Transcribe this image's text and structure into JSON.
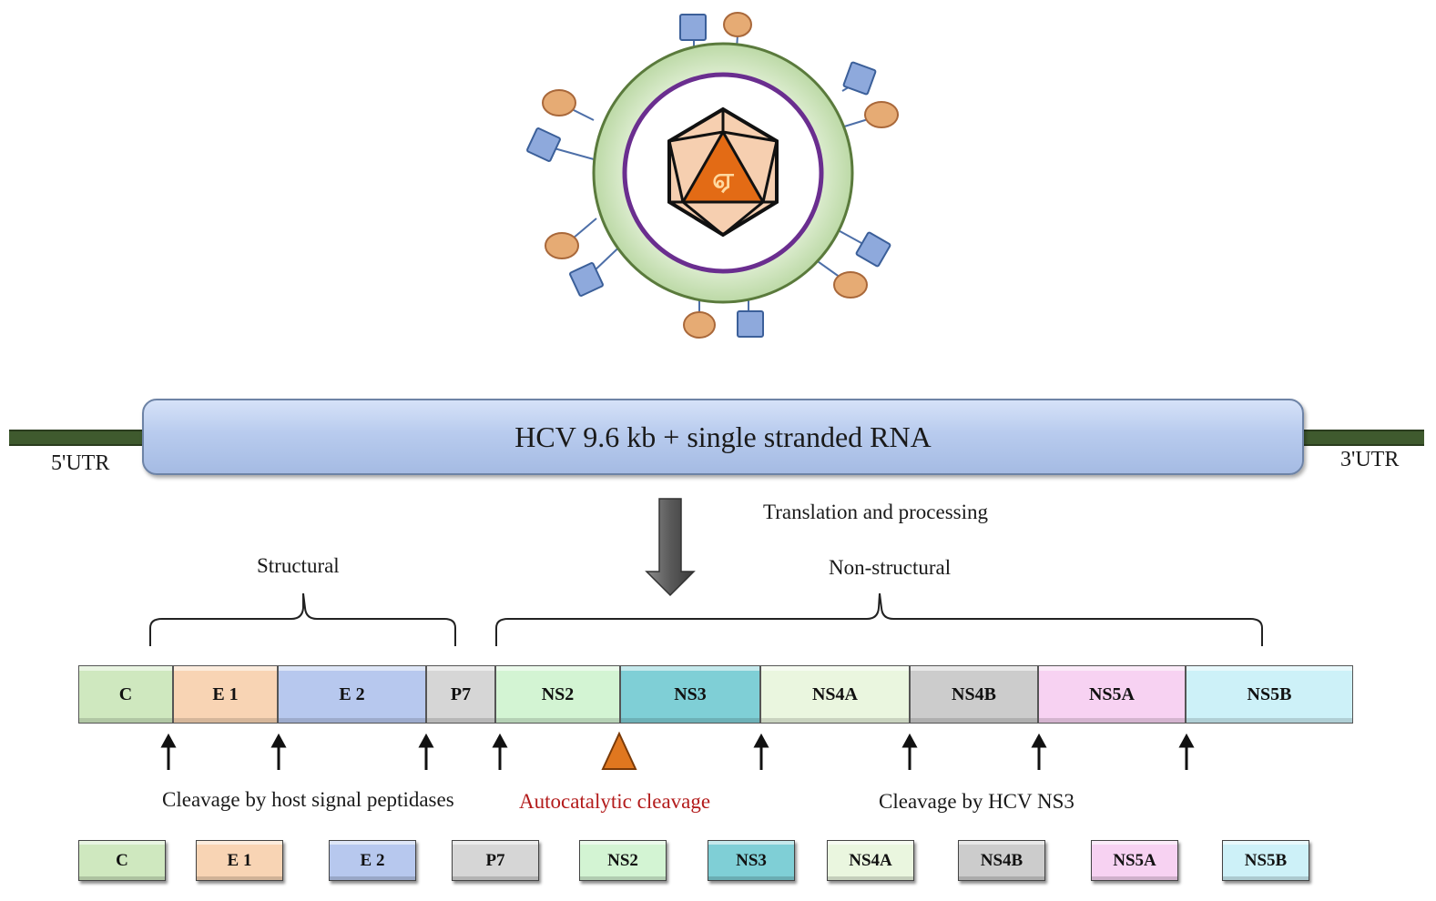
{
  "virion": {
    "core_glyph": "ஏ"
  },
  "genome": {
    "bar_label": "HCV 9.6 kb  + single stranded RNA",
    "left_utr": "5'UTR",
    "right_utr": "3'UTR"
  },
  "processing": {
    "translation_label": "Translation and processing",
    "structural_label": "Structural",
    "nonstructural_label": "Non-structural"
  },
  "cleavage": {
    "host_label": "Cleavage by host signal peptidases",
    "auto_label": "Autocatalytic  cleavage",
    "ns3_label": "Cleavage by HCV NS3"
  },
  "colors": {
    "C": "#cfe8bf",
    "E1": "#f8d4b4",
    "E2": "#b7c8ee",
    "P7": "#d6d6d6",
    "NS2": "#d3f4d3",
    "NS3": "#7fcfd6",
    "NS4A": "#eaf6df",
    "NS4B": "#cccccc",
    "NS5A": "#f7d2f2",
    "NS5B": "#cdf1f8",
    "auto_marker": "#e0771f",
    "envelope": "#d4e9c6",
    "membrane": "#6a2e8f",
    "glycoprotein_square": "#8ea9dc",
    "glycoprotein_oval": "#e6ab74"
  },
  "polyprotein": [
    {
      "name": "C",
      "label": "C"
    },
    {
      "name": "E1",
      "label": "E 1"
    },
    {
      "name": "E2",
      "label": "E 2"
    },
    {
      "name": "P7",
      "label": "P7"
    },
    {
      "name": "NS2",
      "label": "NS2"
    },
    {
      "name": "NS3",
      "label": "NS3"
    },
    {
      "name": "NS4A",
      "label": "NS4A"
    },
    {
      "name": "NS4B",
      "label": "NS4B"
    },
    {
      "name": "NS5A",
      "label": "NS5A"
    },
    {
      "name": "NS5B",
      "label": "NS5B"
    }
  ],
  "products": [
    {
      "name": "C",
      "label": "C"
    },
    {
      "name": "E1",
      "label": "E 1"
    },
    {
      "name": "E2",
      "label": "E 2"
    },
    {
      "name": "P7",
      "label": "P7"
    },
    {
      "name": "NS2",
      "label": "NS2"
    },
    {
      "name": "NS3",
      "label": "NS3"
    },
    {
      "name": "NS4A",
      "label": "NS4A"
    },
    {
      "name": "NS4B",
      "label": "NS4B"
    },
    {
      "name": "NS5A",
      "label": "NS5A"
    },
    {
      "name": "NS5B",
      "label": "NS5B"
    }
  ]
}
